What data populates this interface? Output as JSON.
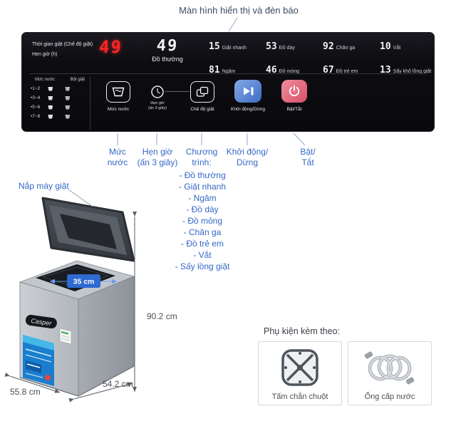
{
  "colors": {
    "accent_blue": "#3468c8",
    "digit_red": "#ff2424",
    "panel_bg": "#0c0c11",
    "start_button": "#3d6cc3",
    "power_button": "#d75069",
    "badge_blue": "#2e6ad0"
  },
  "header": {
    "title": "Màn hình hiển thị và đèn báo"
  },
  "panel": {
    "time_label_1": "Thời gian giặt (Chế độ giặt)",
    "time_label_2": "Hẹn giờ (h)",
    "time_value": "49",
    "mode_value": "49",
    "mode_label": "Đồ thường",
    "programs": [
      {
        "num": "15",
        "label": "Giặt nhanh"
      },
      {
        "num": "53",
        "label": "Đồ dày"
      },
      {
        "num": "92",
        "label": "Chăn ga"
      },
      {
        "num": "10",
        "label": "Vắt"
      },
      {
        "num": "81",
        "label": "Ngâm"
      },
      {
        "num": "46",
        "label": "Đồ mỏng"
      },
      {
        "num": "67",
        "label": "Đồ trẻ em"
      },
      {
        "num": "13",
        "label": "Sấy khô lồng giặt"
      }
    ],
    "water_table": {
      "col1": "Mức nước",
      "col2": "Bột giặt",
      "rows": [
        "•1~2",
        "•3~4",
        "•5~6",
        "•7~8"
      ]
    },
    "buttons": {
      "water_label": "Mức nước",
      "timer_label_1": "Hẹn giờ",
      "timer_label_2": "(ấn 3 giây)",
      "mode_label": "Chế độ giặt",
      "start_label": "Khởi động/Dừng",
      "power_label": "Bật/Tắt"
    }
  },
  "annotations": {
    "water_1": "Mức",
    "water_2": "nước",
    "timer_1": "Hẹn giờ",
    "timer_2": "(ấn 3 giây)",
    "program_1": "Chương",
    "program_2": "trình:",
    "program_items": [
      "- Đồ thường",
      "- Giặt nhanh",
      "- Ngâm",
      "- Đồ dày",
      "- Đồ mỏng",
      "- Chăn ga",
      "- Đồ trẻ em",
      "- Vắt",
      "- Sấy lồng giặt"
    ],
    "start_1": "Khởi động/",
    "start_2": "Dừng",
    "power_1": "Bật/",
    "power_2": "Tắt",
    "lid": "Nắp máy giặt"
  },
  "dimensions": {
    "width_badge": "35 cm",
    "height": "90.2 cm",
    "depth": "55.8 cm",
    "width": "54.2 cm"
  },
  "machine": {
    "brand": "Casper"
  },
  "accessories": {
    "title": "Phụ kiện kèm theo:",
    "items": [
      {
        "label": "Tấm chắn chuột",
        "icon": "rat-guard-icon"
      },
      {
        "label": "Ống cấp nước",
        "icon": "water-hose-icon"
      }
    ]
  }
}
